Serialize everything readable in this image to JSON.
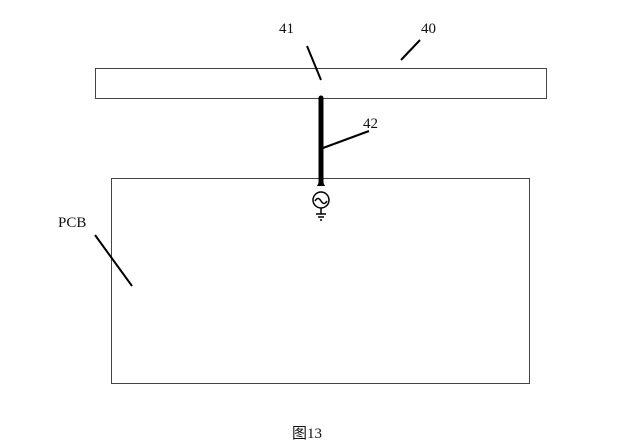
{
  "labels": {
    "plate": "40",
    "feed_point": "41",
    "feed_line": "42",
    "pcb": "PCB"
  },
  "caption": "图13"
}
